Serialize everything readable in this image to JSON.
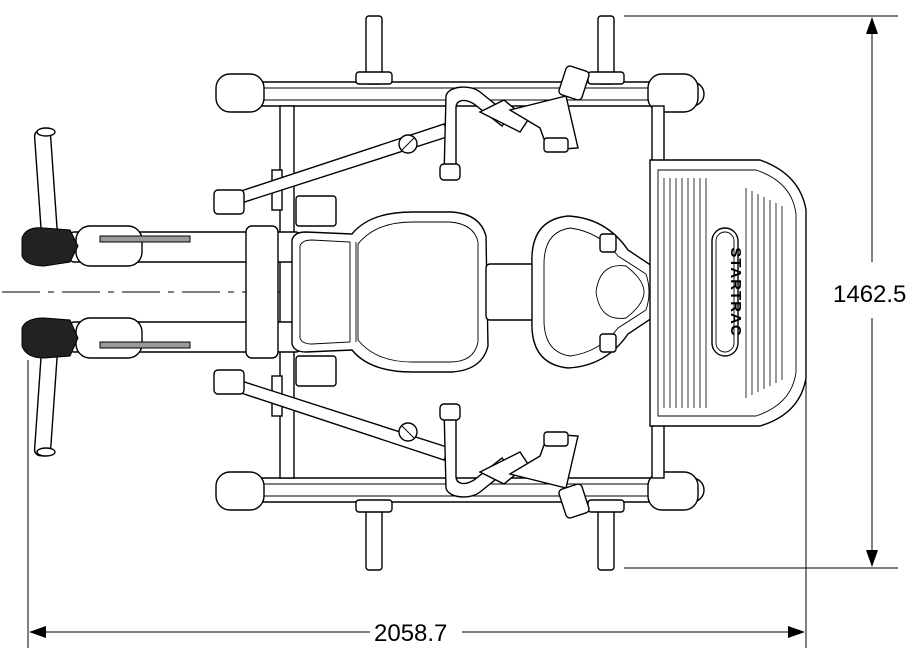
{
  "dimensions": {
    "width_label": "2058.7",
    "height_label": "1462.5"
  },
  "brand": {
    "logo_text": "STARTRAC"
  }
}
